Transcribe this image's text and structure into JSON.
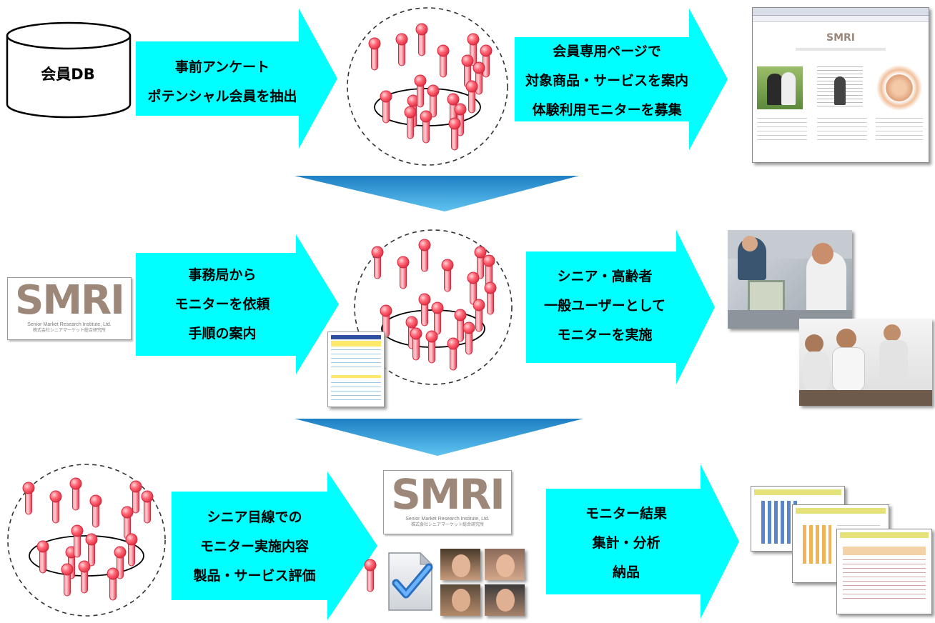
{
  "member_db": {
    "label": "会員DB"
  },
  "row1": {
    "arrow_lines": [
      "事前アンケート",
      "ポテンシャル会員を抽出"
    ],
    "result_lines": [
      "会員専用ページで",
      "対象商品・サービスを案内",
      "体験利用モニターを募集"
    ],
    "web_page": {
      "logo": "SMRI"
    }
  },
  "row2": {
    "arrow_lines": [
      "事務局から",
      "モニターを依頼",
      "手順の案内"
    ],
    "result_lines": [
      "シニア・高齢者",
      "一般ユーザーとして",
      "モニターを実施"
    ]
  },
  "row3": {
    "arrow_lines": [
      "シニア目線での",
      "モニター実施内容",
      "製品・サービス評価"
    ],
    "result_lines": [
      "モニター結果",
      "集計・分析",
      "納品"
    ]
  },
  "smri_logo": {
    "text": "SMRI",
    "subtitle": "Senior Market Research Institute, Ltd.",
    "subtitle_jp": "株式会社シニアマーケット総合研究所"
  },
  "colors": {
    "arrow": "#00ffff",
    "chevron": "#3fa9df",
    "figure": "#ff5a6b",
    "logo": "#9d8779"
  },
  "icons": [
    "database-icon",
    "people-group-icon",
    "checkmark-document-icon",
    "chevron-down-icon"
  ]
}
